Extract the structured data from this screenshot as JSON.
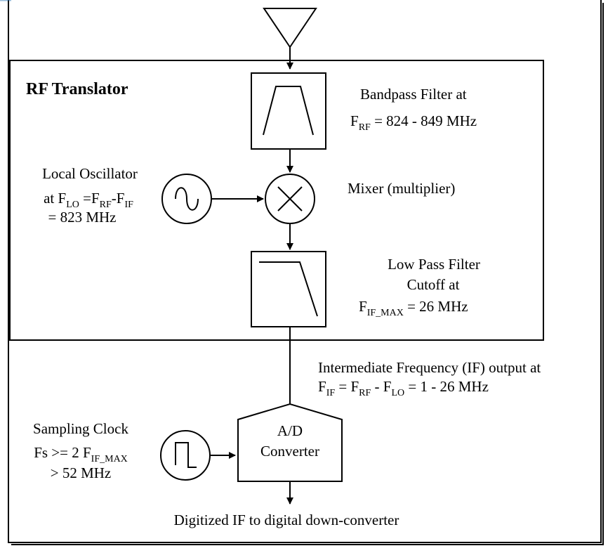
{
  "colors": {
    "stroke": "#000000",
    "background": "#ffffff",
    "accent": "#2e75b6"
  },
  "rf_translator": {
    "title": "RF Translator"
  },
  "bandpass_filter": {
    "line1": "Bandpass Filter at",
    "f": "F",
    "sub": "RF",
    "rest": " = 824 - 849 MHz"
  },
  "local_oscillator": {
    "line1": "Local Oscillator",
    "at": "at F",
    "sub_lo": "LO",
    "eq": " =F",
    "sub_rf": "RF",
    "dash": "-F",
    "sub_if": "IF",
    "line3": "= 823 MHz",
    "icon": "sine-wave-icon"
  },
  "mixer": {
    "label": "Mixer (multiplier)",
    "icon": "multiply-icon"
  },
  "low_pass_filter": {
    "line1": "Low Pass Filter",
    "line2": "Cutoff at",
    "f": "F",
    "sub": "IF_MAX",
    "rest": " = 26 MHz"
  },
  "if_output": {
    "line1": "Intermediate Frequency (IF) output at",
    "f1": "F",
    "sub1": "IF",
    "eq1": " = F",
    "sub2": "RF",
    "eq2": " - F",
    "sub3": "LO",
    "rest": " = 1 - 26 MHz"
  },
  "adc": {
    "line1": "A/D",
    "line2": "Converter"
  },
  "sampling_clock": {
    "line1": "Sampling Clock",
    "fs": "Fs >= 2 F",
    "sub": "IF_MAX",
    "line3": "> 52 MHz",
    "icon": "square-wave-icon"
  },
  "output_label": "Digitized IF to digital down-converter"
}
